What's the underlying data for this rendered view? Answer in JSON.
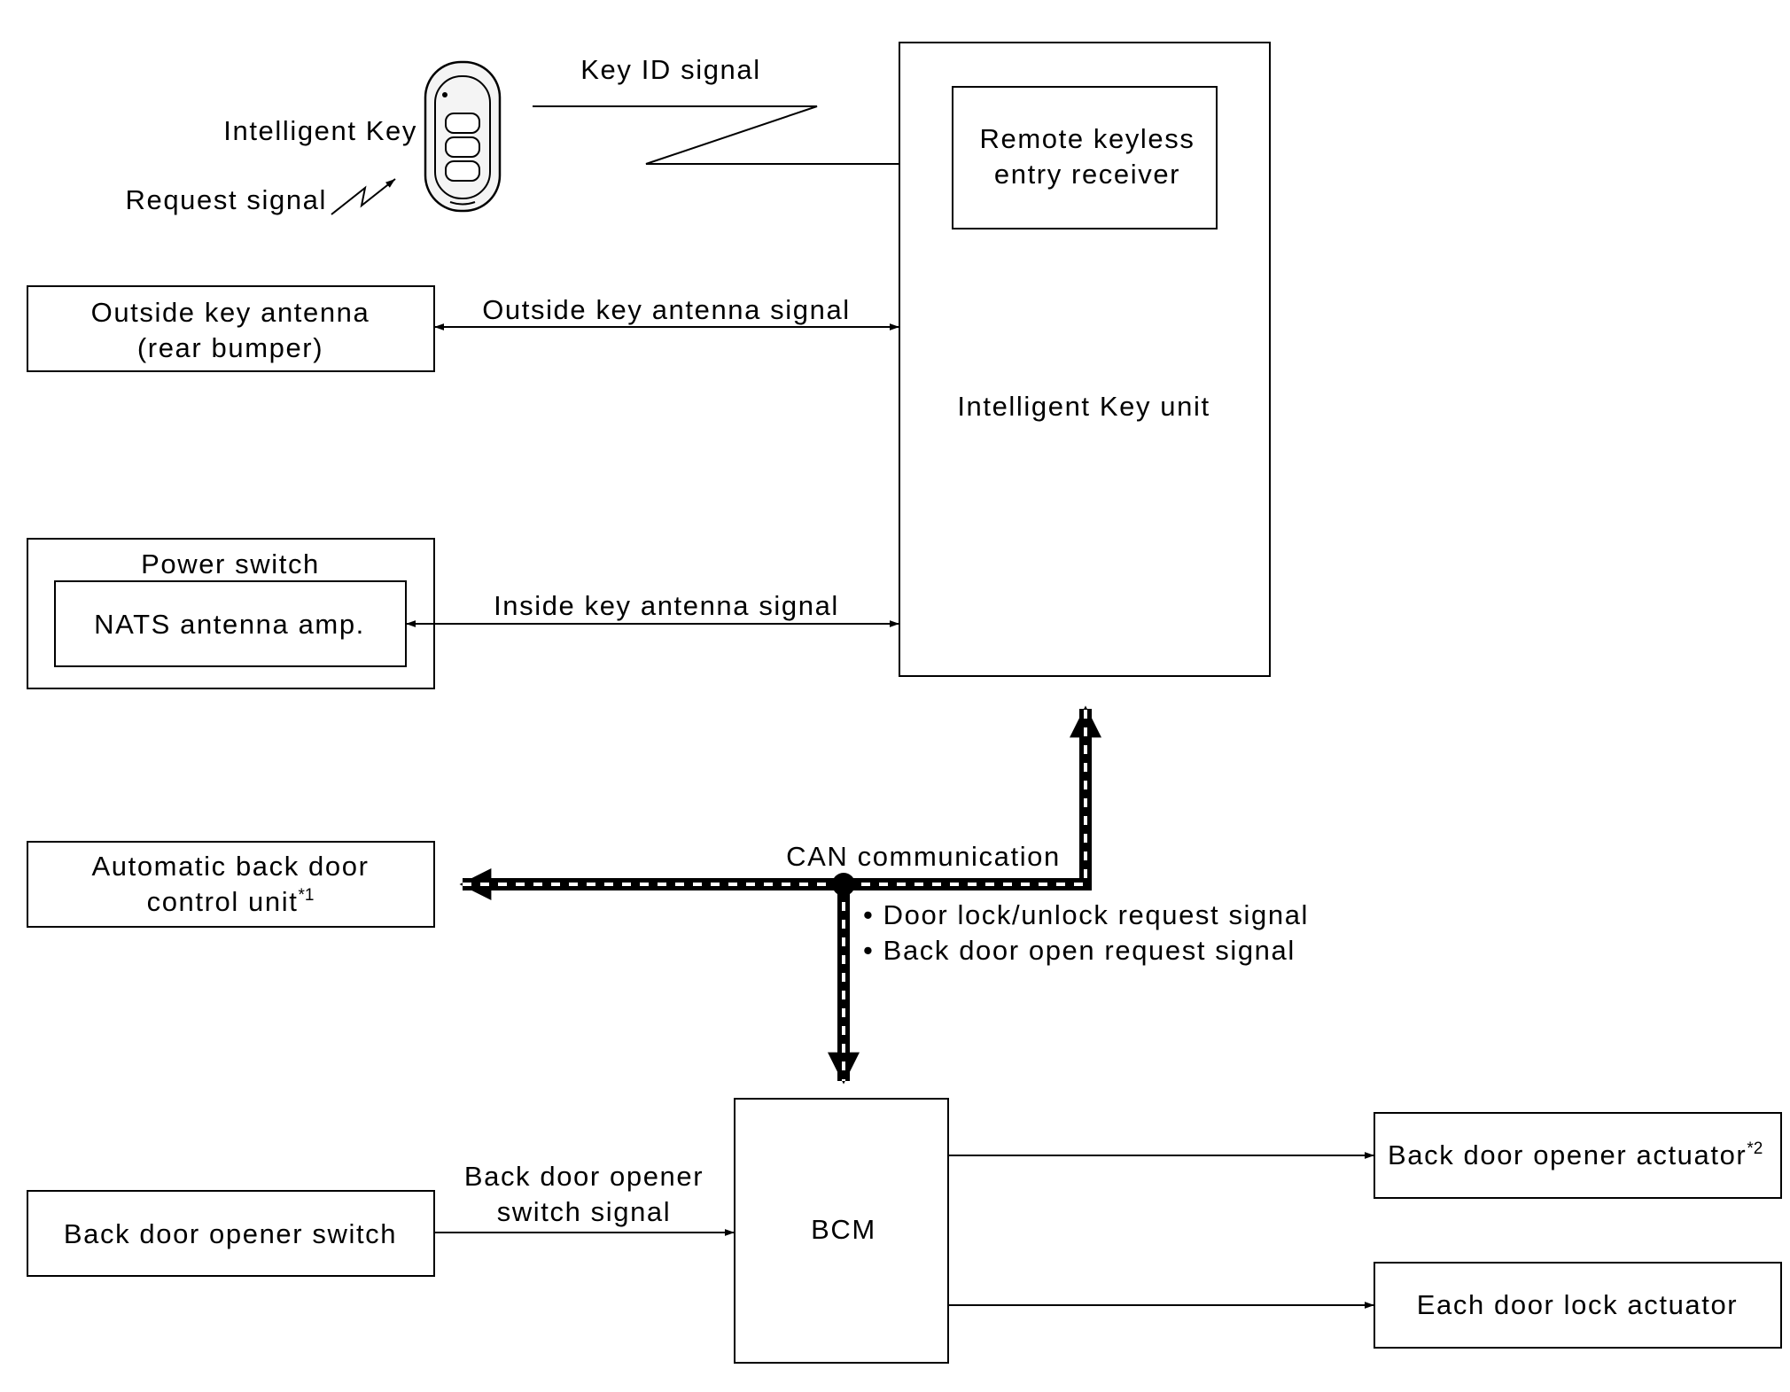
{
  "keyfob": {
    "label": "Intelligent Key",
    "request_signal": "Request signal",
    "key_id_signal": "Key ID signal"
  },
  "intelligent_key_unit": {
    "label": "Intelligent Key unit",
    "receiver_line1": "Remote keyless",
    "receiver_line2": "entry receiver"
  },
  "outside_antenna": {
    "line1": "Outside key antenna",
    "line2": "(rear bumper)",
    "signal": "Outside key antenna signal"
  },
  "power_switch": {
    "label": "Power switch",
    "nats": "NATS antenna amp.",
    "signal": "Inside key antenna signal"
  },
  "can": {
    "label": "CAN communication",
    "signal1": "• Door lock/unlock request signal",
    "signal2": "• Back door open request signal"
  },
  "auto_back_door": {
    "line1": "Automatic back door",
    "line2": "control unit",
    "note": "*1"
  },
  "bcm": {
    "label": "BCM"
  },
  "back_door_switch": {
    "label": "Back door opener switch",
    "signal_line1": "Back door opener",
    "signal_line2": "switch signal"
  },
  "opener_actuator": {
    "label": "Back door opener actuator",
    "note": "*2"
  },
  "door_lock_actuator": {
    "label": "Each door lock actuator"
  },
  "colors": {
    "line": "#000000",
    "background": "#ffffff",
    "fob_body": "#f4f4f4"
  }
}
